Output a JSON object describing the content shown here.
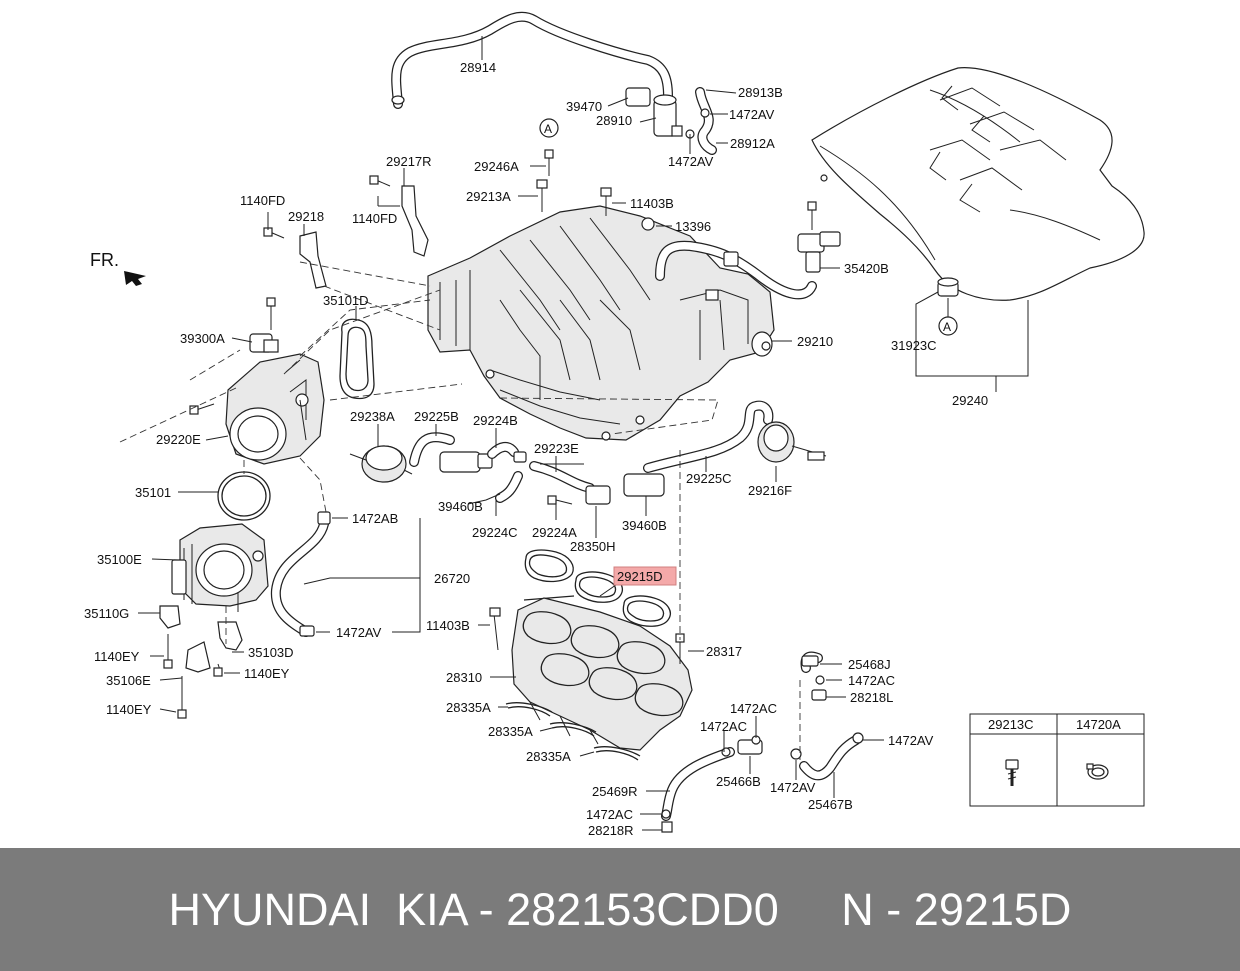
{
  "diagram": {
    "direction_label": "FR.",
    "circle_marker": "A",
    "highlight_color": "#f4a9a9",
    "callouts": [
      {
        "id": "28914",
        "text": "28914"
      },
      {
        "id": "28913B",
        "text": "28913B"
      },
      {
        "id": "39470",
        "text": "39470"
      },
      {
        "id": "1472AV_a",
        "text": "1472AV"
      },
      {
        "id": "28910",
        "text": "28910"
      },
      {
        "id": "28912A",
        "text": "28912A"
      },
      {
        "id": "1472AV_b",
        "text": "1472AV"
      },
      {
        "id": "29217R",
        "text": "29217R"
      },
      {
        "id": "29246A",
        "text": "29246A"
      },
      {
        "id": "29213A",
        "text": "29213A"
      },
      {
        "id": "11403B_a",
        "text": "11403B"
      },
      {
        "id": "1140FD_a",
        "text": "1140FD"
      },
      {
        "id": "29218",
        "text": "29218"
      },
      {
        "id": "1140FD_b",
        "text": "1140FD"
      },
      {
        "id": "13396",
        "text": "13396"
      },
      {
        "id": "35420B",
        "text": "35420B"
      },
      {
        "id": "35101D",
        "text": "35101D"
      },
      {
        "id": "39300A",
        "text": "39300A"
      },
      {
        "id": "29210",
        "text": "29210"
      },
      {
        "id": "31923C",
        "text": "31923C"
      },
      {
        "id": "29240",
        "text": "29240"
      },
      {
        "id": "29238A",
        "text": "29238A"
      },
      {
        "id": "29225B",
        "text": "29225B"
      },
      {
        "id": "29224B",
        "text": "29224B"
      },
      {
        "id": "29220E",
        "text": "29220E"
      },
      {
        "id": "29223E",
        "text": "29223E"
      },
      {
        "id": "29225C",
        "text": "29225C"
      },
      {
        "id": "29216F",
        "text": "29216F"
      },
      {
        "id": "35101",
        "text": "35101"
      },
      {
        "id": "39460B_a",
        "text": "39460B"
      },
      {
        "id": "29224C",
        "text": "29224C"
      },
      {
        "id": "29224A",
        "text": "29224A"
      },
      {
        "id": "39460B_b",
        "text": "39460B"
      },
      {
        "id": "1472AB",
        "text": "1472AB"
      },
      {
        "id": "28350H",
        "text": "28350H"
      },
      {
        "id": "35100E",
        "text": "35100E"
      },
      {
        "id": "26720",
        "text": "26720"
      },
      {
        "id": "29215D",
        "text": "29215D"
      },
      {
        "id": "35110G",
        "text": "35110G"
      },
      {
        "id": "11403B_b",
        "text": "11403B"
      },
      {
        "id": "1472AV_c",
        "text": "1472AV"
      },
      {
        "id": "28317",
        "text": "28317"
      },
      {
        "id": "1140EY_a",
        "text": "1140EY"
      },
      {
        "id": "35103D",
        "text": "35103D"
      },
      {
        "id": "25468J",
        "text": "25468J"
      },
      {
        "id": "1472AC_a",
        "text": "1472AC"
      },
      {
        "id": "35106E",
        "text": "35106E"
      },
      {
        "id": "1140EY_b",
        "text": "1140EY"
      },
      {
        "id": "28310",
        "text": "28310"
      },
      {
        "id": "28218L",
        "text": "28218L"
      },
      {
        "id": "1140EY_c",
        "text": "1140EY"
      },
      {
        "id": "28335A_a",
        "text": "28335A"
      },
      {
        "id": "1472AC_b",
        "text": "1472AC"
      },
      {
        "id": "28335A_b",
        "text": "28335A"
      },
      {
        "id": "1472AC_c",
        "text": "1472AC"
      },
      {
        "id": "1472AV_d",
        "text": "1472AV"
      },
      {
        "id": "28335A_c",
        "text": "28335A"
      },
      {
        "id": "25466B",
        "text": "25466B"
      },
      {
        "id": "1472AV_e",
        "text": "1472AV"
      },
      {
        "id": "25469R",
        "text": "25469R"
      },
      {
        "id": "25467B",
        "text": "25467B"
      },
      {
        "id": "1472AC_d",
        "text": "1472AC"
      },
      {
        "id": "28218R",
        "text": "28218R"
      }
    ],
    "legend_table": {
      "headers": [
        "29213C",
        "14720A"
      ]
    }
  },
  "footer": {
    "text": "HYUNDAI  KIA - 282153CDD0     N - 29215D"
  }
}
